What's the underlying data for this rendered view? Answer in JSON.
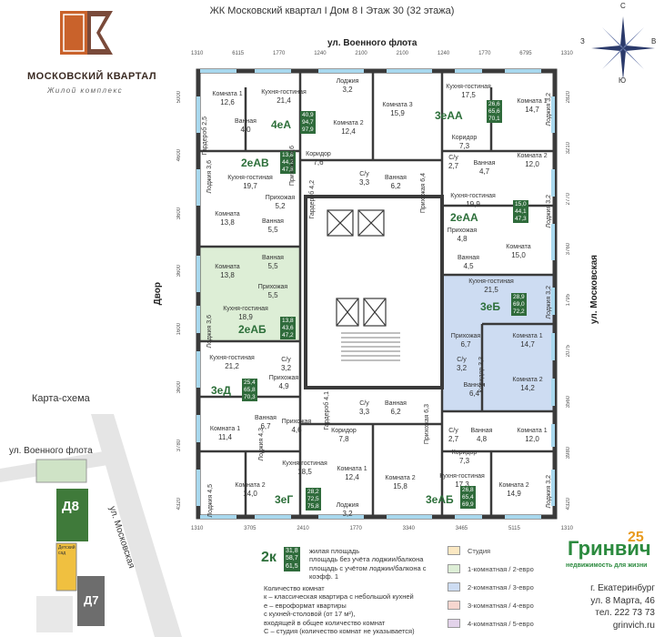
{
  "header": {
    "title": "ЖК Московский квартал I Дом 8 I Этаж 30 (32 этажа)"
  },
  "logo": {
    "name": "МОСКОВСКИЙ КВАРТАЛ",
    "subtitle": "Жилой комплекс",
    "accent": "#c9622b"
  },
  "compass": {
    "north": "С",
    "south": "Ю",
    "east": "В",
    "west": "З"
  },
  "streets": {
    "top": "ул. Военного флота",
    "right": "ул. Московская",
    "left": "Двор"
  },
  "dims": {
    "top": [
      "1310",
      "6115",
      "1770",
      "1240",
      "2100",
      "2100",
      "1240",
      "1770",
      "6795",
      "1310"
    ],
    "bottom": [
      "1310",
      "3705",
      "2410",
      "1770",
      "3340",
      "3465",
      "5115",
      "1310"
    ],
    "left": [
      "5000",
      "4600",
      "3600",
      "3600",
      "1600",
      "3600",
      "3780",
      "4320"
    ],
    "right": [
      "2820",
      "3210",
      "2770",
      "3760",
      "1795",
      "2075",
      "3560",
      "3980",
      "4320"
    ]
  },
  "apartments": [
    {
      "code": "4еА",
      "stats": [
        "40,9",
        "94,7",
        "97,9"
      ]
    },
    {
      "code": "2еАВ",
      "stats": [
        "13,8",
        "44,2",
        "47,8"
      ]
    },
    {
      "code": "2еАБ",
      "stats": [
        "13,8",
        "43,6",
        "47,2"
      ]
    },
    {
      "code": "3еД",
      "stats": [
        "25,4",
        "65,8",
        "70,3"
      ]
    },
    {
      "code": "3еГ",
      "stats": [
        "28,2",
        "72,5",
        "75,8"
      ]
    },
    {
      "code": "3еАА",
      "stats": [
        "26,6",
        "65,6",
        "70,1"
      ]
    },
    {
      "code": "2еАА",
      "stats": [
        "15,0",
        "44,1",
        "47,3"
      ]
    },
    {
      "code": "3еБ",
      "stats": [
        "28,9",
        "69,0",
        "72,2"
      ]
    },
    {
      "code": "3еАБ",
      "stats": [
        "26,8",
        "65,4",
        "69,9"
      ]
    }
  ],
  "rooms": {
    "k1a": [
      "Комната 1",
      "12,6"
    ],
    "kg4": [
      "Кухня-гостиная",
      "21,4"
    ],
    "bath4": [
      "Ванная",
      "4,0"
    ],
    "gard": [
      "Гардероб",
      "2,5"
    ],
    "lodg1": [
      "Лоджия",
      "3,2"
    ],
    "k2a": [
      "Комната 2",
      "12,4"
    ],
    "k3a": [
      "Комната 3",
      "15,9"
    ],
    "kor1": [
      "Коридор",
      "7,6"
    ],
    "kor1v": [
      "Гардероб",
      "4,2"
    ],
    "su1": [
      "С/у",
      "3,3"
    ],
    "van1": [
      "Ванная",
      "6,2"
    ],
    "pri1": [
      "Прихожая",
      "4,6"
    ],
    "kgAV": [
      "Кухня-гостиная",
      "19,7"
    ],
    "priAV": [
      "Прихожая",
      "5,2"
    ],
    "komAV": [
      "Комната",
      "13,8"
    ],
    "vanAV": [
      "Ванная",
      "5,5"
    ],
    "lodAV": [
      "Лоджия",
      "3,6"
    ],
    "komAB": [
      "Комната",
      "13,8"
    ],
    "vanAB": [
      "Ванная",
      "5,5"
    ],
    "priAB": [
      "Прихожая",
      "5,5"
    ],
    "kgAB": [
      "Кухня-гостиная",
      "18,9"
    ],
    "lodAB": [
      "Лоджия",
      "3,6"
    ],
    "kgD": [
      "Кухня-гостиная",
      "21,2"
    ],
    "suD": [
      "С/у",
      "3,2"
    ],
    "priD": [
      "Прихожая",
      "4,9"
    ],
    "k1D": [
      "Комната 1",
      "11,4"
    ],
    "vanD": [
      "Ванная",
      "6,7"
    ],
    "lodD": [
      "Лоджия",
      "4,3"
    ],
    "priD2": [
      "Прихожая",
      "4,6"
    ],
    "k2G": [
      "Комната 2",
      "14,0"
    ],
    "kgG": [
      "Кухня-гостиная",
      "18,5"
    ],
    "k1G": [
      "Комната 1",
      "12,4"
    ],
    "lodG": [
      "Лоджия",
      "4,5"
    ],
    "lodG2": [
      "Лоджия",
      "3,2"
    ],
    "suG": [
      "С/у",
      "3,3"
    ],
    "vanG": [
      "Ванная",
      "6,2"
    ],
    "korG": [
      "Коридор",
      "7,8"
    ],
    "garG": [
      "Гардероб",
      "4,1"
    ],
    "kgAA": [
      "Кухня-гостиная",
      "17,5"
    ],
    "k1AA": [
      "Комната 1",
      "14,7"
    ],
    "korAA": [
      "Коридор",
      "7,3"
    ],
    "suAA": [
      "С/у",
      "2,7"
    ],
    "vanAA": [
      "Ванная",
      "4,7"
    ],
    "k2AA": [
      "Комната 2",
      "12,0"
    ],
    "priAA": [
      "Прихожая",
      "6,4"
    ],
    "lodAA": [
      "Лоджия",
      "3,2"
    ],
    "kgAA2": [
      "Кухня-гостиная",
      "19,9"
    ],
    "priAA2": [
      "Прихожая",
      "4,8"
    ],
    "vanAA2": [
      "Ванная",
      "4,5"
    ],
    "komAA2": [
      "Комната",
      "15,0"
    ],
    "lodAA2": [
      "Лоджия",
      "3,2"
    ],
    "kgB": [
      "Кухня-гостиная",
      "21,5"
    ],
    "priB": [
      "Прихожая",
      "6,7"
    ],
    "suB": [
      "С/у",
      "3,2"
    ],
    "vanB": [
      "Ванная",
      "6,4"
    ],
    "k1B": [
      "Комната 1",
      "14,7"
    ],
    "k2B": [
      "Комната 2",
      "14,2"
    ],
    "lodB": [
      "Лоджия",
      "3,2"
    ],
    "korB": [
      "Коридор",
      "3,3"
    ],
    "k1AB": [
      "Комната 1",
      "12,0"
    ],
    "suAB": [
      "С/у",
      "2,7"
    ],
    "vanAB2": [
      "Ванная",
      "4,8"
    ],
    "korAB": [
      "Коридор",
      "7,3"
    ],
    "kgAB2": [
      "Кухня-гостиная",
      "17,3"
    ],
    "k2AB": [
      "Комната 2",
      "14,9"
    ],
    "lodAB2": [
      "Лоджия",
      "3,2"
    ],
    "k2c": [
      "Комната 2",
      "15,8"
    ],
    "priAB2": [
      "Прихожая",
      "6,3"
    ]
  },
  "map": {
    "title": "Карта-схема",
    "street1": "ул. Военного флота",
    "street2": "ул. Московская",
    "d8": "Д8",
    "d7": "Д7",
    "kinder": "Детский сад"
  },
  "legend": {
    "code": "2к",
    "stats": [
      "31,8",
      "58,7",
      "61,5"
    ],
    "stat_labels": [
      "жилая площадь",
      "площадь без учёта лоджии/балкона",
      "площадь с учётом лоджии/балкона с коэфф. 1"
    ],
    "counts_title": "Количество комнат",
    "notes": [
      "к – классическая квартира с небольшой кухней",
      "е – еврoформат квартиры",
      "с кухней-столовой (от 17 м²),",
      "входящей в общее количество комнат",
      "С  – студия (количество комнат не указывается)"
    ],
    "types": [
      {
        "label": "Студия",
        "color": "#fbe8c2"
      },
      {
        "label": "1-комнатная / 2-евро",
        "color": "#ddeed6"
      },
      {
        "label": "2-комнатная / 3-евро",
        "color": "#cddcf2"
      },
      {
        "label": "3-комнатная / 4-евро",
        "color": "#f6d6cf"
      },
      {
        "label": "4-комнатная / 5-евро",
        "color": "#e3d3ea"
      }
    ]
  },
  "brand": {
    "name": "Гринвич",
    "num": "25",
    "tagline": "недвижимость для жизни"
  },
  "contacts": {
    "city": "г. Екатеринбург",
    "address": "ул. 8 Марта, 46",
    "phone": "тел. 222 73 73",
    "site": "grinvich.ru"
  },
  "colors": {
    "green_apt": "#ddeed6",
    "blue_apt": "#cddcf2",
    "wall": "#3a3a3a",
    "badge": "#2f6b3b"
  }
}
